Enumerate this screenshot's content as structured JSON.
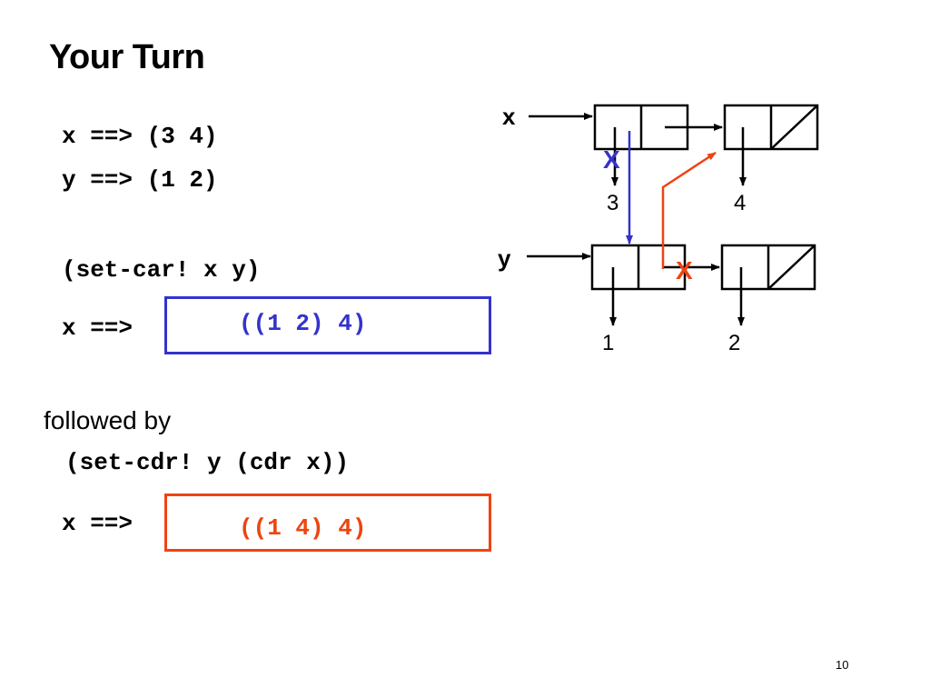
{
  "slide": {
    "title": "Your Turn",
    "page_number": "10"
  },
  "code": {
    "line_x": "x ==> (3 4)",
    "line_y": "y ==> (1 2)",
    "set_car": "(set-car! x y)",
    "x_arrow_1": "x ==>",
    "followed_by": "followed by",
    "set_cdr": "(set-cdr! y (cdr x))",
    "x_arrow_2": "x ==>"
  },
  "results": {
    "first": {
      "text": "((1 2) 4)",
      "color": "#3333cc"
    },
    "second": {
      "text": "((1 4) 4)",
      "color": "#ee4411"
    }
  },
  "diagram": {
    "var_x": "x",
    "var_y": "y",
    "val_3": "3",
    "val_4": "4",
    "val_1": "1",
    "val_2": "2",
    "cross_blue": "X",
    "cross_red": "X",
    "blue": "#3333cc",
    "red": "#ee4411"
  }
}
